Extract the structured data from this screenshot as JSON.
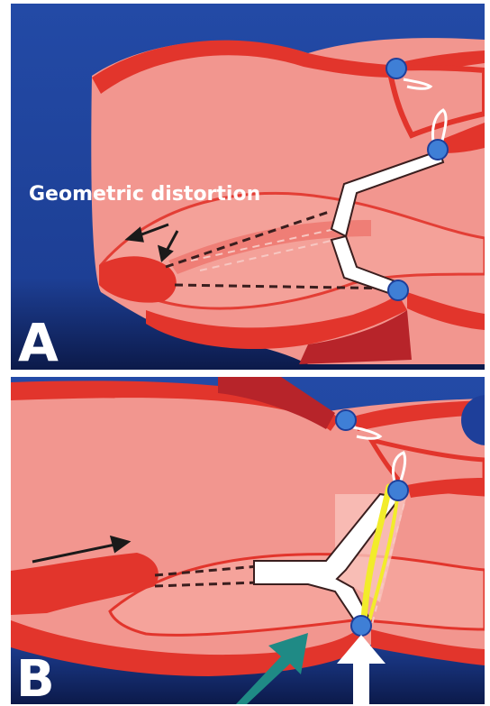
{
  "panels": [
    {
      "id": "A",
      "letter": "A",
      "annotation": "Geometric distortion"
    },
    {
      "id": "B",
      "letter": "B"
    }
  ],
  "colors": {
    "background_blue": "#1e3f9a",
    "tissue_pink": "#f2968f",
    "vessel_red": "#e2352c",
    "vessel_dark_red": "#b7242a",
    "ligament_white": "#ffffff",
    "fixation_blue": "#3f7fd6",
    "graft_yellow": "#f2ec2a",
    "teal_arrow": "#1f8a85",
    "label_white": "#ffffff"
  },
  "icons": [
    "fixation-point",
    "suture-loop",
    "direction-arrow",
    "teal-arrow",
    "white-arrow"
  ]
}
